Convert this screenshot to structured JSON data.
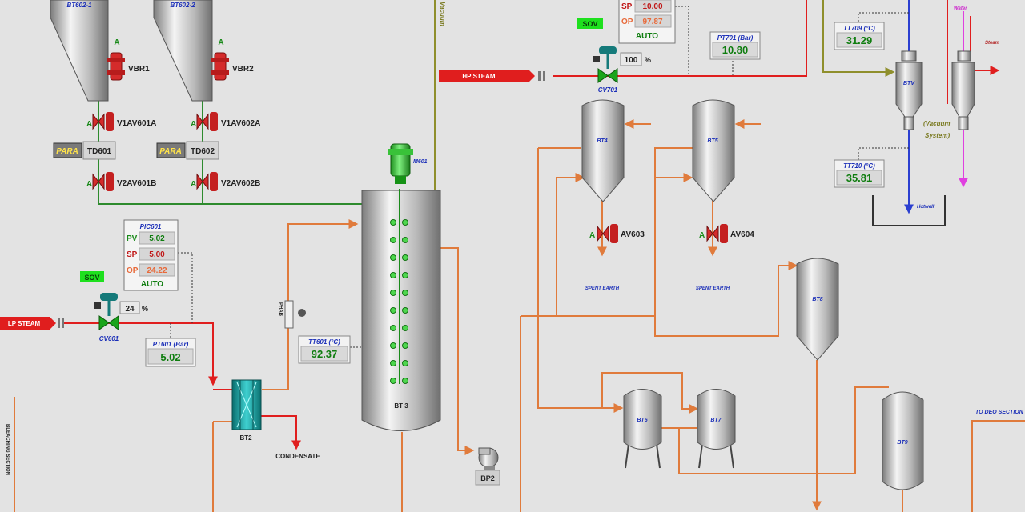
{
  "vessels": {
    "bt602_1": "BT602-1",
    "bt602_2": "BT602-2",
    "bt3": "BT 3",
    "bt4": "BT4",
    "bt5": "BT5",
    "bt6": "BT6",
    "bt7": "BT7",
    "bt8": "BT8",
    "bt9": "BT9",
    "btv": "BTV"
  },
  "vibrators": {
    "vbr1": "VBR1",
    "vbr2": "VBR2"
  },
  "valves": {
    "v1av601a": "V1AV601A",
    "v2av601b": "V2AV601B",
    "v1av602a": "V1AV602A",
    "v2av602b": "V2AV602B",
    "av603": "AV603",
    "av604": "AV604",
    "auto_mark": "A"
  },
  "timers": {
    "para": "PARA",
    "td601": "TD601",
    "td602": "TD602"
  },
  "motor": {
    "label": "M601"
  },
  "streams": {
    "lp_steam": "LP STEAM",
    "hp_steam": "HP STEAM",
    "condensate": "CONDENSATE",
    "spent_earth_1": "SPENT EARTH",
    "spent_earth_2": "SPENT EARTH",
    "to_deo": "TO DEO SECTION",
    "vacuum": "Vacuum",
    "water": "Water",
    "steam": "Steam",
    "vacuum_system_1": "(Vacuum",
    "vacuum_system_2": "System)",
    "hotwell": "Hotwell",
    "side_label": "BLEACHING SECTION"
  },
  "controller_pic601": {
    "tag": "PIC601",
    "pv_label": "PV",
    "pv": "5.02",
    "sp_label": "SP",
    "sp": "5.00",
    "op_label": "OP",
    "op": "24.22",
    "mode": "AUTO"
  },
  "controller_pic701": {
    "sp_label": "SP",
    "sp": "10.00",
    "op_label": "OP",
    "op": "97.87",
    "mode": "AUTO"
  },
  "control_valves": {
    "cv601": "CV601",
    "cv601_pct": "24",
    "sov1": "SOV",
    "cv701": "CV701",
    "cv701_pct": "100",
    "sov2": "SOV",
    "pct_unit": "%"
  },
  "indicators": {
    "pt601_label": "PT601 (Bar)",
    "pt601": "5.02",
    "tt601_label": "TT601 (°C)",
    "tt601": "92.37",
    "pt701_label": "PT701 (Bar)",
    "pt701": "10.80",
    "tt709_label": "TT709 (°C)",
    "tt709": "31.29",
    "tt710_label": "TT710 (°C)",
    "tt710": "35.81"
  },
  "equipment": {
    "bt2": "BT2",
    "bp2": "BP2",
    "ph_probe": "PHAB"
  },
  "colors": {
    "steam_red": "#e01e1e",
    "process_orange": "#e07b3c",
    "line_green": "#2e8b2e",
    "vacuum_olive": "#8f8f2c",
    "water_magenta": "#e040e0",
    "hotwell_blue": "#2b3fd0"
  }
}
